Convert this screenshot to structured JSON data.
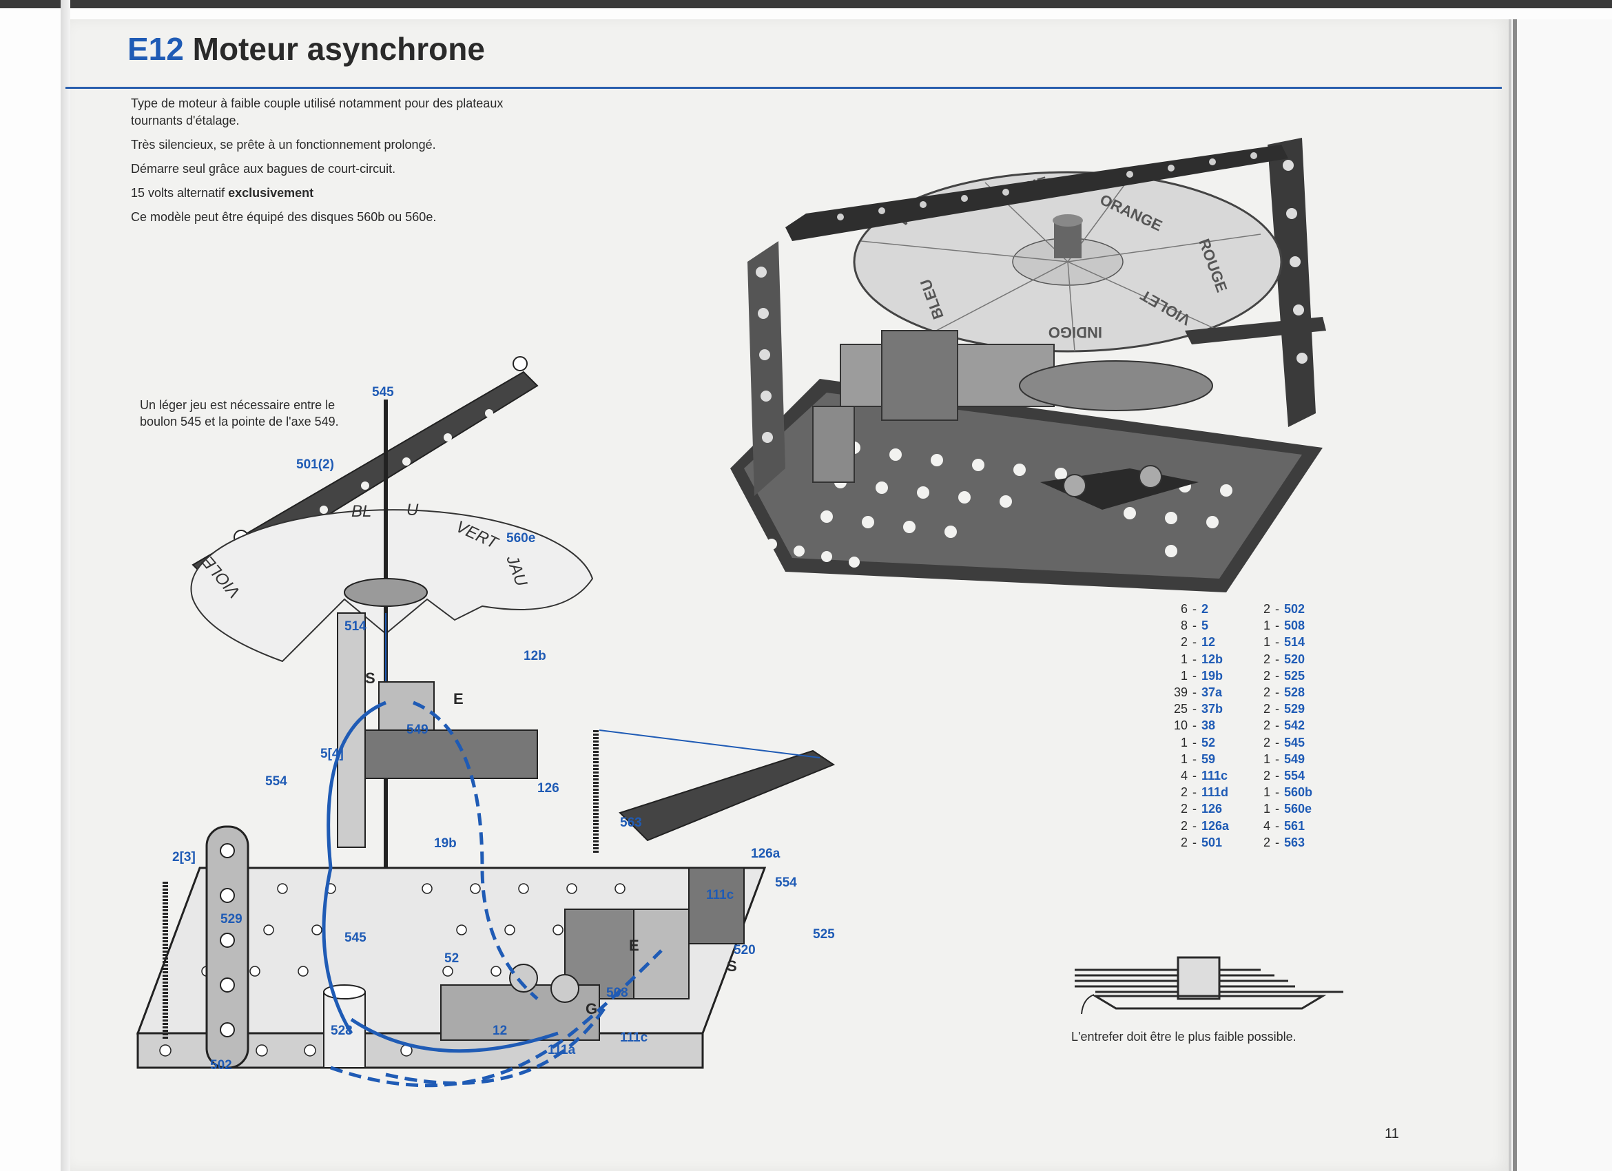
{
  "header": {
    "code": "E12",
    "title": "Moteur asynchrone"
  },
  "intro": [
    "Type de moteur à faible couple utilisé notamment pour des plateaux tournants d'étalage.",
    "Très silencieux, se prête à un fonctionnement prolongé.",
    "Démarre seul grâce aux bagues de court-circuit."
  ],
  "intro_line4_pre": "15 volts alternatif ",
  "intro_line4_bold": "exclusivement",
  "intro_line5": "Ce modèle peut être équipé des disques 560b ou 560e.",
  "note": "Un léger jeu est nécessaire entre le boulon 545 et la pointe de l'axe 549.",
  "caption": "L'entrefer doit être le plus faible possible.",
  "page_number": "11",
  "disc_photo_words": [
    "VERT",
    "JAUNE",
    "ORANGE",
    "ROUGE",
    "VIOLET",
    "INDIGO",
    "BLEU"
  ],
  "disc_diagram_words": [
    "VERT",
    "JAU",
    "VIOLE",
    "BL",
    "U"
  ],
  "diagram_letters": {
    "s1": "S",
    "e1": "E",
    "e2": "E",
    "s2": "S",
    "g": "G"
  },
  "callouts": {
    "c545a": "545",
    "c501": "501(2)",
    "c560e": "560e",
    "c514": "514",
    "c12b": "12b",
    "c549": "549",
    "c54": "5[4]",
    "c554a": "554",
    "c126": "126",
    "c563": "563",
    "c19b": "19b",
    "c23": "2[3]",
    "c529": "529",
    "c545b": "545",
    "c52": "52",
    "c126a": "126a",
    "c554b": "554",
    "c111c": "111c",
    "c520": "520",
    "c525": "525",
    "c508": "508",
    "c528": "528",
    "c12": "12",
    "c111a": "111a",
    "c111c2": "111c",
    "c502": "502"
  },
  "parts_left": [
    {
      "qty": "6",
      "num": "2"
    },
    {
      "qty": "8",
      "num": "5"
    },
    {
      "qty": "2",
      "num": "12"
    },
    {
      "qty": "1",
      "num": "12b"
    },
    {
      "qty": "1",
      "num": "19b"
    },
    {
      "qty": "39",
      "num": "37a"
    },
    {
      "qty": "25",
      "num": "37b"
    },
    {
      "qty": "10",
      "num": "38"
    },
    {
      "qty": "1",
      "num": "52"
    },
    {
      "qty": "1",
      "num": "59"
    },
    {
      "qty": "4",
      "num": "111c"
    },
    {
      "qty": "2",
      "num": "111d"
    },
    {
      "qty": "2",
      "num": "126"
    },
    {
      "qty": "2",
      "num": "126a"
    },
    {
      "qty": "2",
      "num": "501"
    }
  ],
  "parts_right": [
    {
      "qty": "2",
      "num": "502"
    },
    {
      "qty": "1",
      "num": "508"
    },
    {
      "qty": "1",
      "num": "514"
    },
    {
      "qty": "2",
      "num": "520"
    },
    {
      "qty": "2",
      "num": "525"
    },
    {
      "qty": "2",
      "num": "528"
    },
    {
      "qty": "2",
      "num": "529"
    },
    {
      "qty": "2",
      "num": "542"
    },
    {
      "qty": "2",
      "num": "545"
    },
    {
      "qty": "1",
      "num": "549"
    },
    {
      "qty": "2",
      "num": "554"
    },
    {
      "qty": "1",
      "num": "560b"
    },
    {
      "qty": "1",
      "num": "560e"
    },
    {
      "qty": "4",
      "num": "561"
    },
    {
      "qty": "2",
      "num": "563"
    }
  ],
  "colors": {
    "accent": "#1f5bb5",
    "ink": "#2a2a2a",
    "paper": "#f2f2f0"
  }
}
